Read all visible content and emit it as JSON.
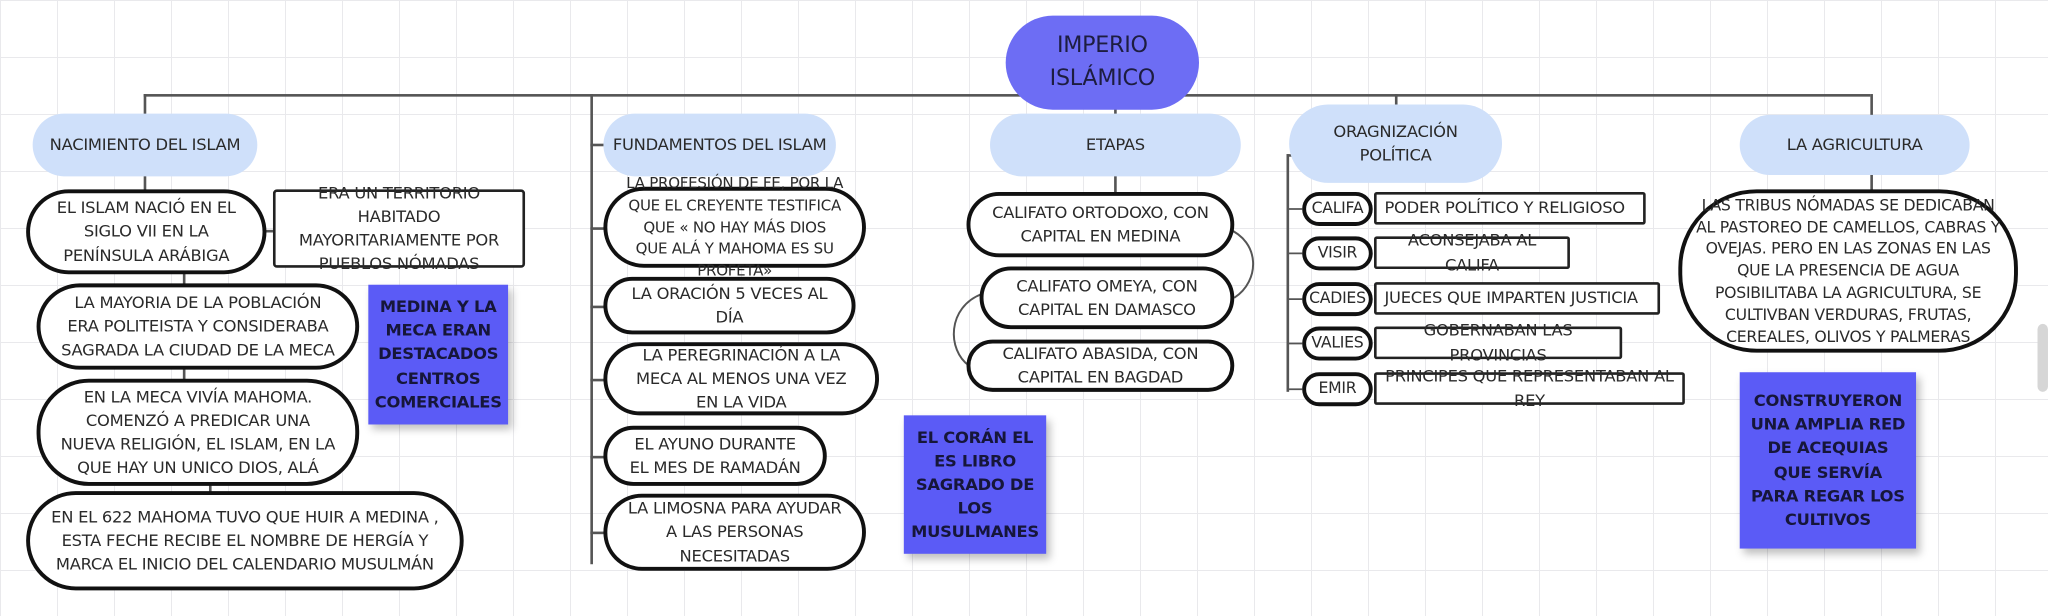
{
  "title": "IMPERIO ISLÁMICO",
  "branches": [
    {
      "label": "NACIMIENTO DEL ISLAM",
      "items": [
        "EL ISLAM NACIÓ EN EL SIGLO VII EN LA PENÍNSULA ARÁBIGA",
        "ERA UN TERRITORIO HABITADO MAYORITARIAMENTE POR PUEBLOS NÓMADAS",
        "LA MAYORIA DE LA POBLACIÓN ERA POLITEISTA Y CONSIDERABA SAGRADA LA CIUDAD DE LA MECA",
        "EN LA MECA VIVÍA MAHOMA. COMENZÓ A PREDICAR UNA NUEVA RELIGIÓN, EL ISLAM, EN LA QUE HAY UN UNICO DIOS, ALÁ",
        "EN EL 622 MAHOMA TUVO QUE HUIR A MEDINA , ESTA FECHE RECIBE EL NOMBRE DE HERGÍA Y MARCA EL INICIO DEL CALENDARIO MUSULMÁN"
      ],
      "note": "MEDINA Y LA MECA ERAN DESTACADOS CENTROS COMERCIALES"
    },
    {
      "label": "FUNDAMENTOS DEL ISLAM",
      "items": [
        "LA PROFESIÓN DE FE, POR LA QUE EL CREYENTE TESTIFICA QUE « NO HAY MÁS DIOS QUE ALÁ Y MAHOMA ES SU PROFETA»",
        "LA ORACIÓN 5 VECES AL DÍA",
        "LA PEREGRINACIÓN A LA MECA AL MENOS UNA VEZ EN LA VIDA",
        "EL AYUNO DURANTE EL MES DE RAMADÁN",
        "LA LIMOSNA PARA AYUDAR A LAS PERSONAS NECESITADAS"
      ],
      "note": "EL CORÁN EL ES LIBRO SAGRADO DE LOS MUSULMANES"
    },
    {
      "label": "ETAPAS",
      "items": [
        "CALIFATO ORTODOXO, CON CAPITAL EN MEDINA",
        "CALIFATO OMEYA, CON CAPITAL EN DAMASCO",
        "CALIFATO ABASIDA, CON CAPITAL EN BAGDAD"
      ]
    },
    {
      "label": "ORAGNIZACIÓN POLÍTICA",
      "roles": [
        {
          "term": "CALIFA",
          "desc": "PODER POLÍTICO Y RELIGIOSO"
        },
        {
          "term": "VISIR",
          "desc": "ACONSEJABA AL CALIFA"
        },
        {
          "term": "CADIES",
          "desc": "JUECES QUE IMPARTEN JUSTICIA"
        },
        {
          "term": "VALIES",
          "desc": "GOBERNABAN LAS PROVINCIAS"
        },
        {
          "term": "EMIR",
          "desc": "PRINCIPES QUE REPRESENTABAN AL REY"
        }
      ]
    },
    {
      "label": "LA AGRICULTURA",
      "items": [
        "LAS TRIBUS NÓMADAS SE DEDICABAN AL PASTOREO DE CAMELLOS, CABRAS Y OVEJAS. PERO EN LAS ZONAS EN LAS QUE LA PRESENCIA DE AGUA POSIBILITABA LA AGRICULTURA, SE CULTIVBAN VERDURAS, FRUTAS, CEREALES, OLIVOS Y PALMERAS"
      ],
      "note": "CONSTRUYERON UNA AMPLIA RED DE ACEQUIAS QUE SERVÍA PARA REGAR LOS CULTIVOS"
    }
  ]
}
